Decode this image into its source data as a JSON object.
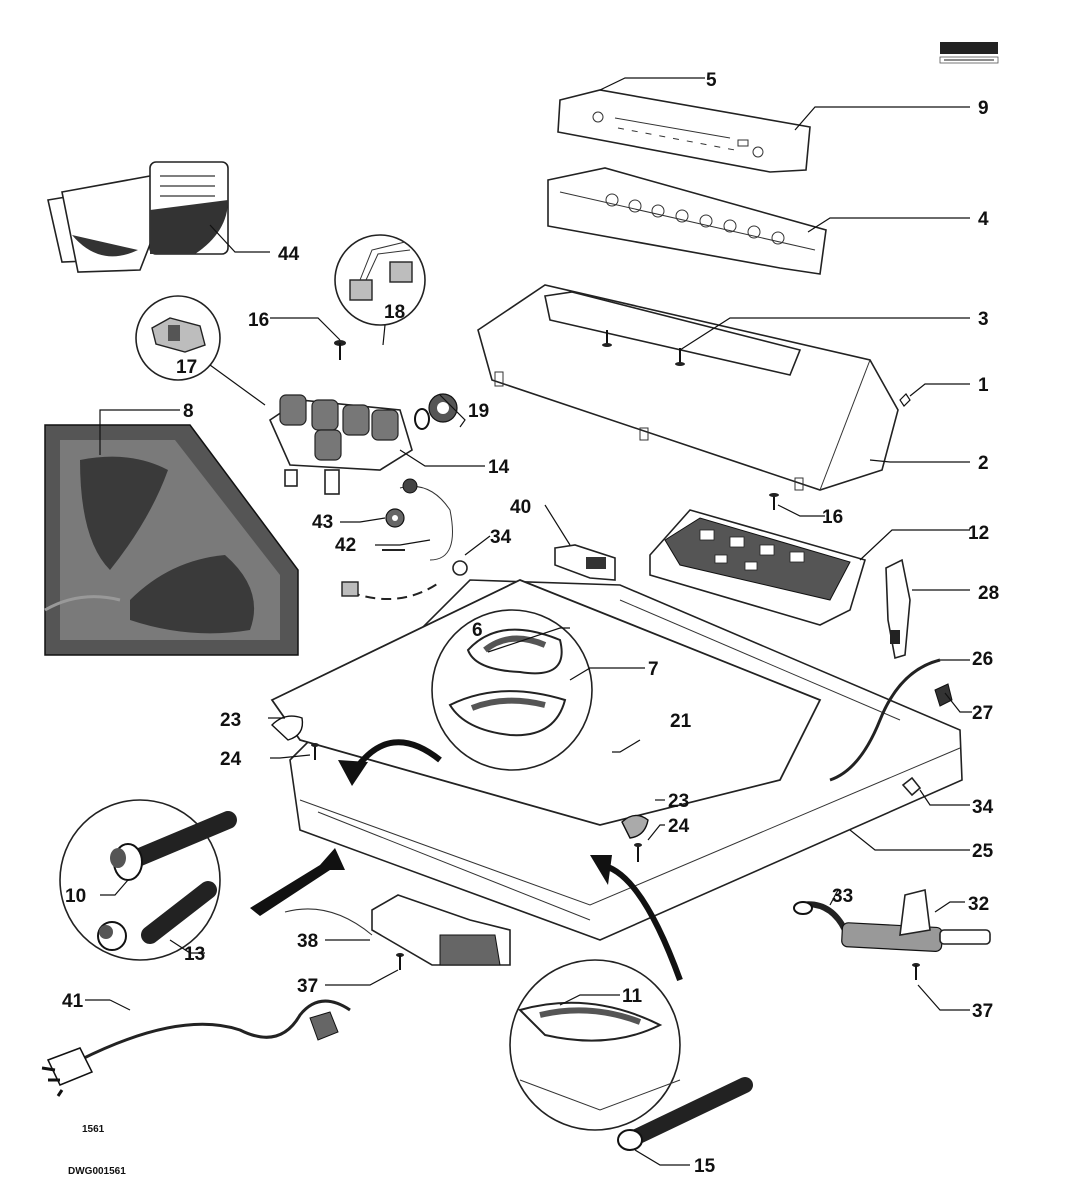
{
  "drawing": {
    "figure_number": "1561",
    "drawing_code": "DWG001561"
  },
  "callouts": [
    {
      "id": "c5",
      "text": "5"
    },
    {
      "id": "c9",
      "text": "9"
    },
    {
      "id": "c4",
      "text": "4"
    },
    {
      "id": "c44",
      "text": "44"
    },
    {
      "id": "c18",
      "text": "18"
    },
    {
      "id": "c16a",
      "text": "16"
    },
    {
      "id": "c3",
      "text": "3"
    },
    {
      "id": "c17",
      "text": "17"
    },
    {
      "id": "c1",
      "text": "1"
    },
    {
      "id": "c8",
      "text": "8"
    },
    {
      "id": "c19",
      "text": "19"
    },
    {
      "id": "c2",
      "text": "2"
    },
    {
      "id": "c14",
      "text": "14"
    },
    {
      "id": "c16b",
      "text": "16"
    },
    {
      "id": "c43",
      "text": "43"
    },
    {
      "id": "c40",
      "text": "40"
    },
    {
      "id": "c12",
      "text": "12"
    },
    {
      "id": "c42",
      "text": "42"
    },
    {
      "id": "c34a",
      "text": "34"
    },
    {
      "id": "c28",
      "text": "28"
    },
    {
      "id": "c6",
      "text": "6"
    },
    {
      "id": "c7",
      "text": "7"
    },
    {
      "id": "c26",
      "text": "26"
    },
    {
      "id": "c23a",
      "text": "23"
    },
    {
      "id": "c21",
      "text": "21"
    },
    {
      "id": "c27",
      "text": "27"
    },
    {
      "id": "c24a",
      "text": "24"
    },
    {
      "id": "c23b",
      "text": "23"
    },
    {
      "id": "c34b",
      "text": "34"
    },
    {
      "id": "c24b",
      "text": "24"
    },
    {
      "id": "c25",
      "text": "25"
    },
    {
      "id": "c10",
      "text": "10"
    },
    {
      "id": "c33",
      "text": "33"
    },
    {
      "id": "c32",
      "text": "32"
    },
    {
      "id": "c13",
      "text": "13"
    },
    {
      "id": "c38",
      "text": "38"
    },
    {
      "id": "c37a",
      "text": "37"
    },
    {
      "id": "c11",
      "text": "11"
    },
    {
      "id": "c41",
      "text": "41"
    },
    {
      "id": "c37b",
      "text": "37"
    },
    {
      "id": "c15",
      "text": "15"
    }
  ]
}
